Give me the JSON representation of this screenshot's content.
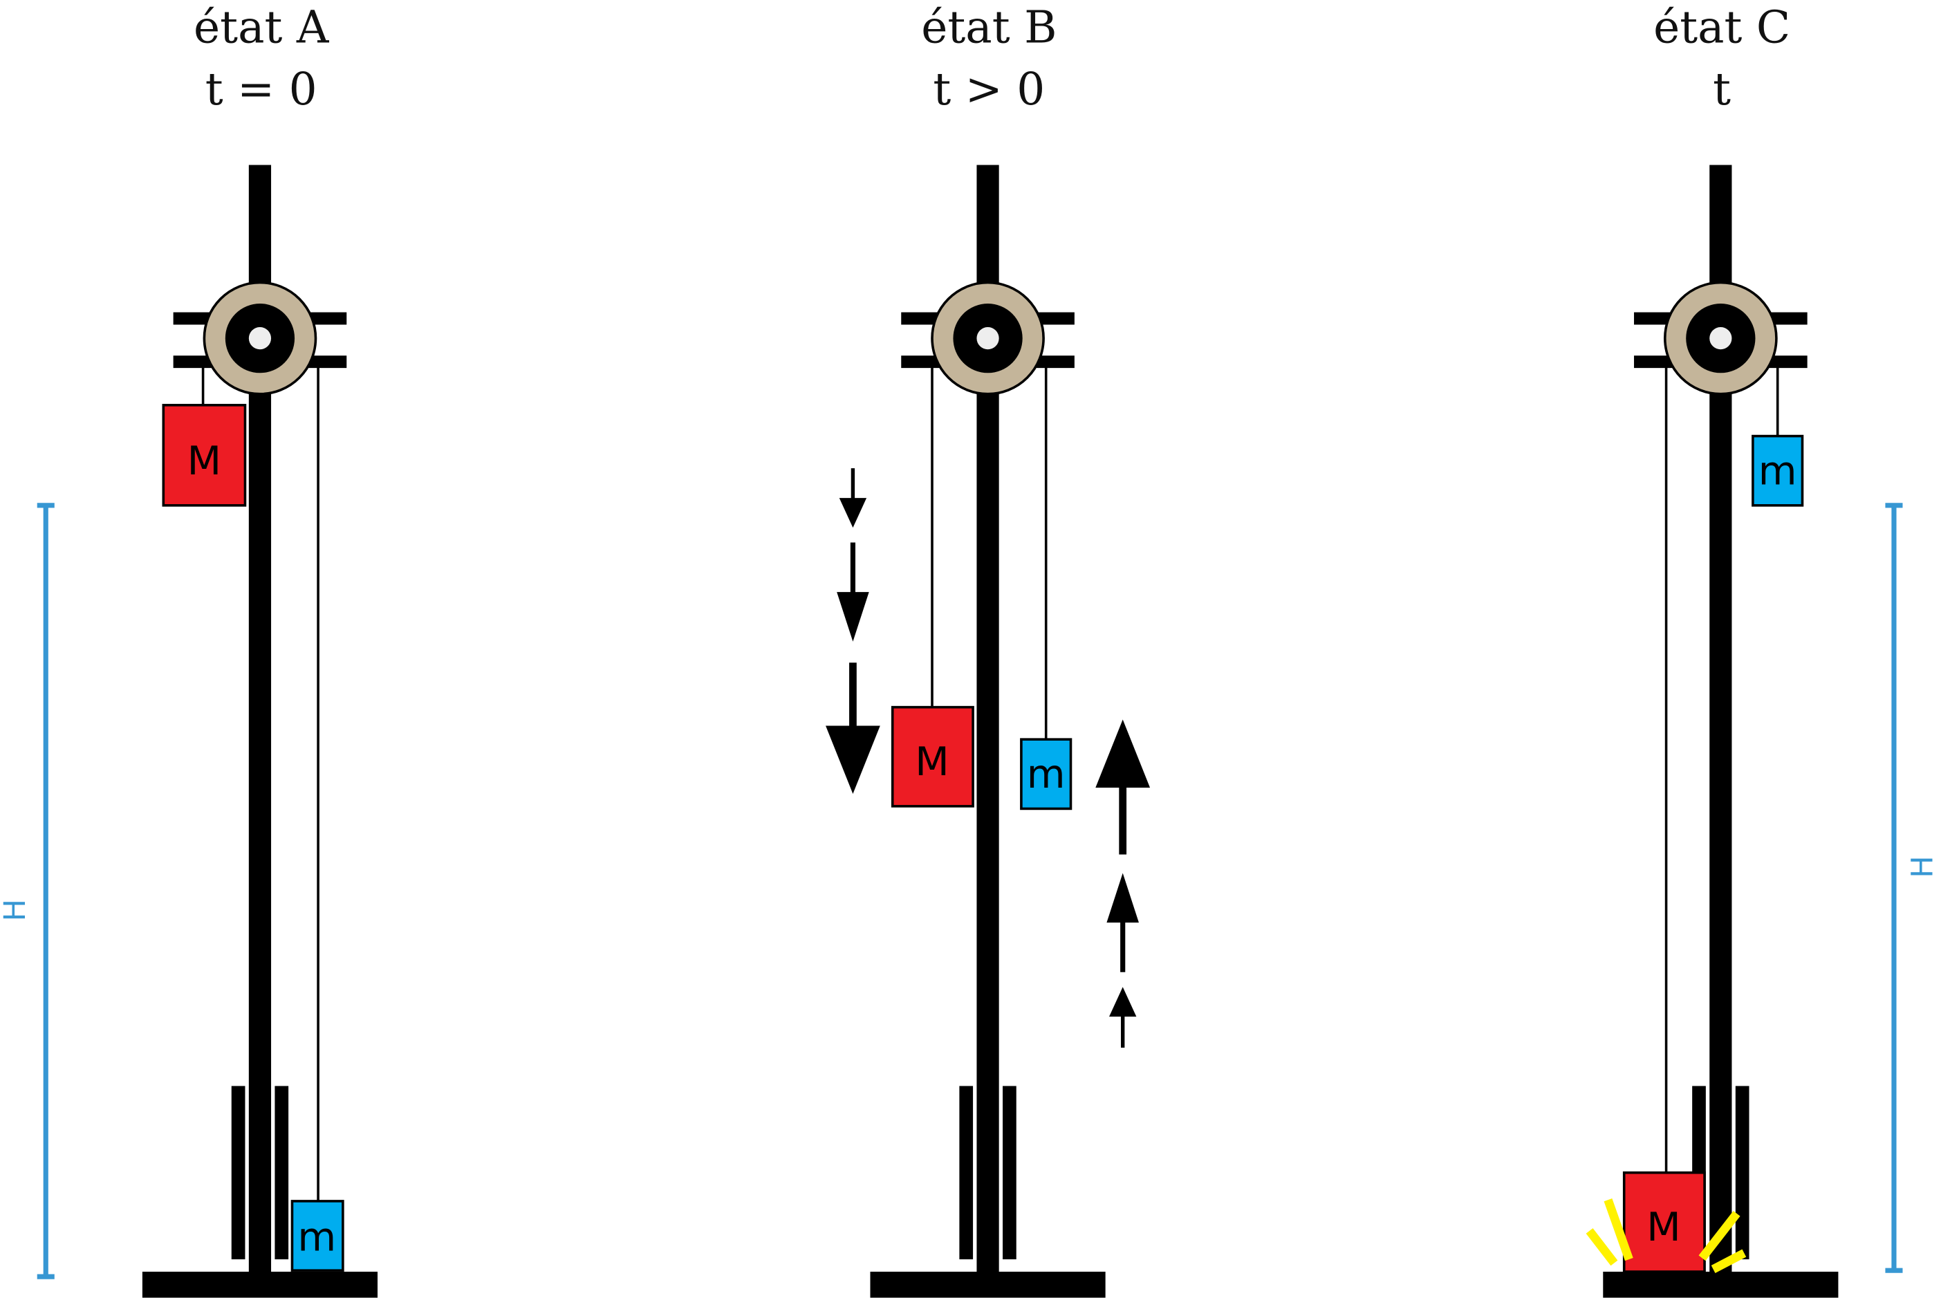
{
  "panels": [
    {
      "title": "état A",
      "time": "t = 0"
    },
    {
      "title": "état B",
      "time": "t > 0"
    },
    {
      "title": "état C",
      "time": "t"
    }
  ],
  "mass_labels": {
    "big": "M",
    "small": "m"
  },
  "height_label": "H",
  "colors": {
    "big_mass": "#ed1c24",
    "small_mass": "#00adef",
    "pulley": "#c4b59a",
    "height_bar": "#3797d3",
    "impact": "#fff200"
  }
}
